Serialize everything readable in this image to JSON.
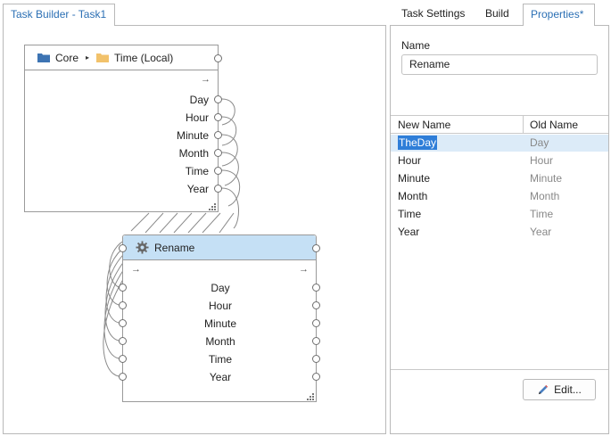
{
  "left_tab": {
    "label": "Task Builder - Task1"
  },
  "right_tabs": [
    {
      "label": "Task Settings",
      "active": false
    },
    {
      "label": "Build",
      "active": false
    },
    {
      "label": "Properties*",
      "active": true
    }
  ],
  "source_node": {
    "breadcrumb": {
      "root": "Core",
      "separator": "▸",
      "leaf": "Time (Local)"
    },
    "arrow": "→",
    "ports": [
      "Day",
      "Hour",
      "Minute",
      "Month",
      "Time",
      "Year"
    ]
  },
  "rename_node": {
    "title": "Rename",
    "arrow_in": "→",
    "arrow_out": "→",
    "ports": [
      "Day",
      "Hour",
      "Minute",
      "Month",
      "Time",
      "Year"
    ]
  },
  "properties": {
    "name_label": "Name",
    "name_value": "Rename",
    "table": {
      "headers": {
        "new_name": "New Name",
        "old_name": "Old Name"
      },
      "rows": [
        {
          "new_name": "TheDay",
          "old_name": "Day",
          "selected": true
        },
        {
          "new_name": "Hour",
          "old_name": "Hour",
          "selected": false
        },
        {
          "new_name": "Minute",
          "old_name": "Minute",
          "selected": false
        },
        {
          "new_name": "Month",
          "old_name": "Month",
          "selected": false
        },
        {
          "new_name": "Time",
          "old_name": "Time",
          "selected": false
        },
        {
          "new_name": "Year",
          "old_name": "Year",
          "selected": false
        }
      ]
    },
    "edit_button": "Edit..."
  },
  "colors": {
    "accent": "#2b6fb4",
    "header_blue": "#c5e0f5",
    "row_selected": "#dcebf8",
    "text_selected_bg": "#2f7ed8",
    "folder_blue": "#3d74b3",
    "folder_yellow": "#f2c26b"
  },
  "icons": {
    "breadcrumb_root": "folder-blue-icon",
    "breadcrumb_leaf": "folder-yellow-icon",
    "rename_node": "gear-icon",
    "edit_button": "pencil-icon"
  }
}
